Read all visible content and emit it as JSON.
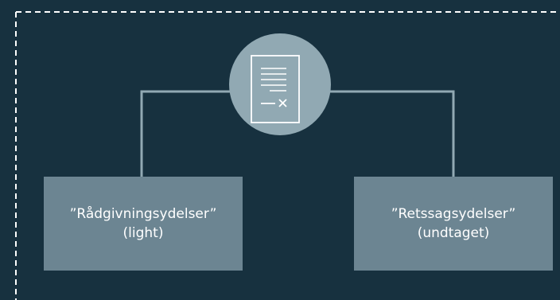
{
  "diagram": {
    "colors": {
      "background": "#17313f",
      "box": "#6c8592",
      "circle": "#91a9b3",
      "connector": "#91a9b3",
      "frame": "#ffffff"
    },
    "hub": {
      "icon": "document-with-x-icon"
    },
    "nodes": [
      {
        "line1": "”Rådgivningsydelser”",
        "line2": "(light)"
      },
      {
        "line1": "”Retssagsydelser”",
        "line2": "(undtaget)"
      }
    ]
  }
}
